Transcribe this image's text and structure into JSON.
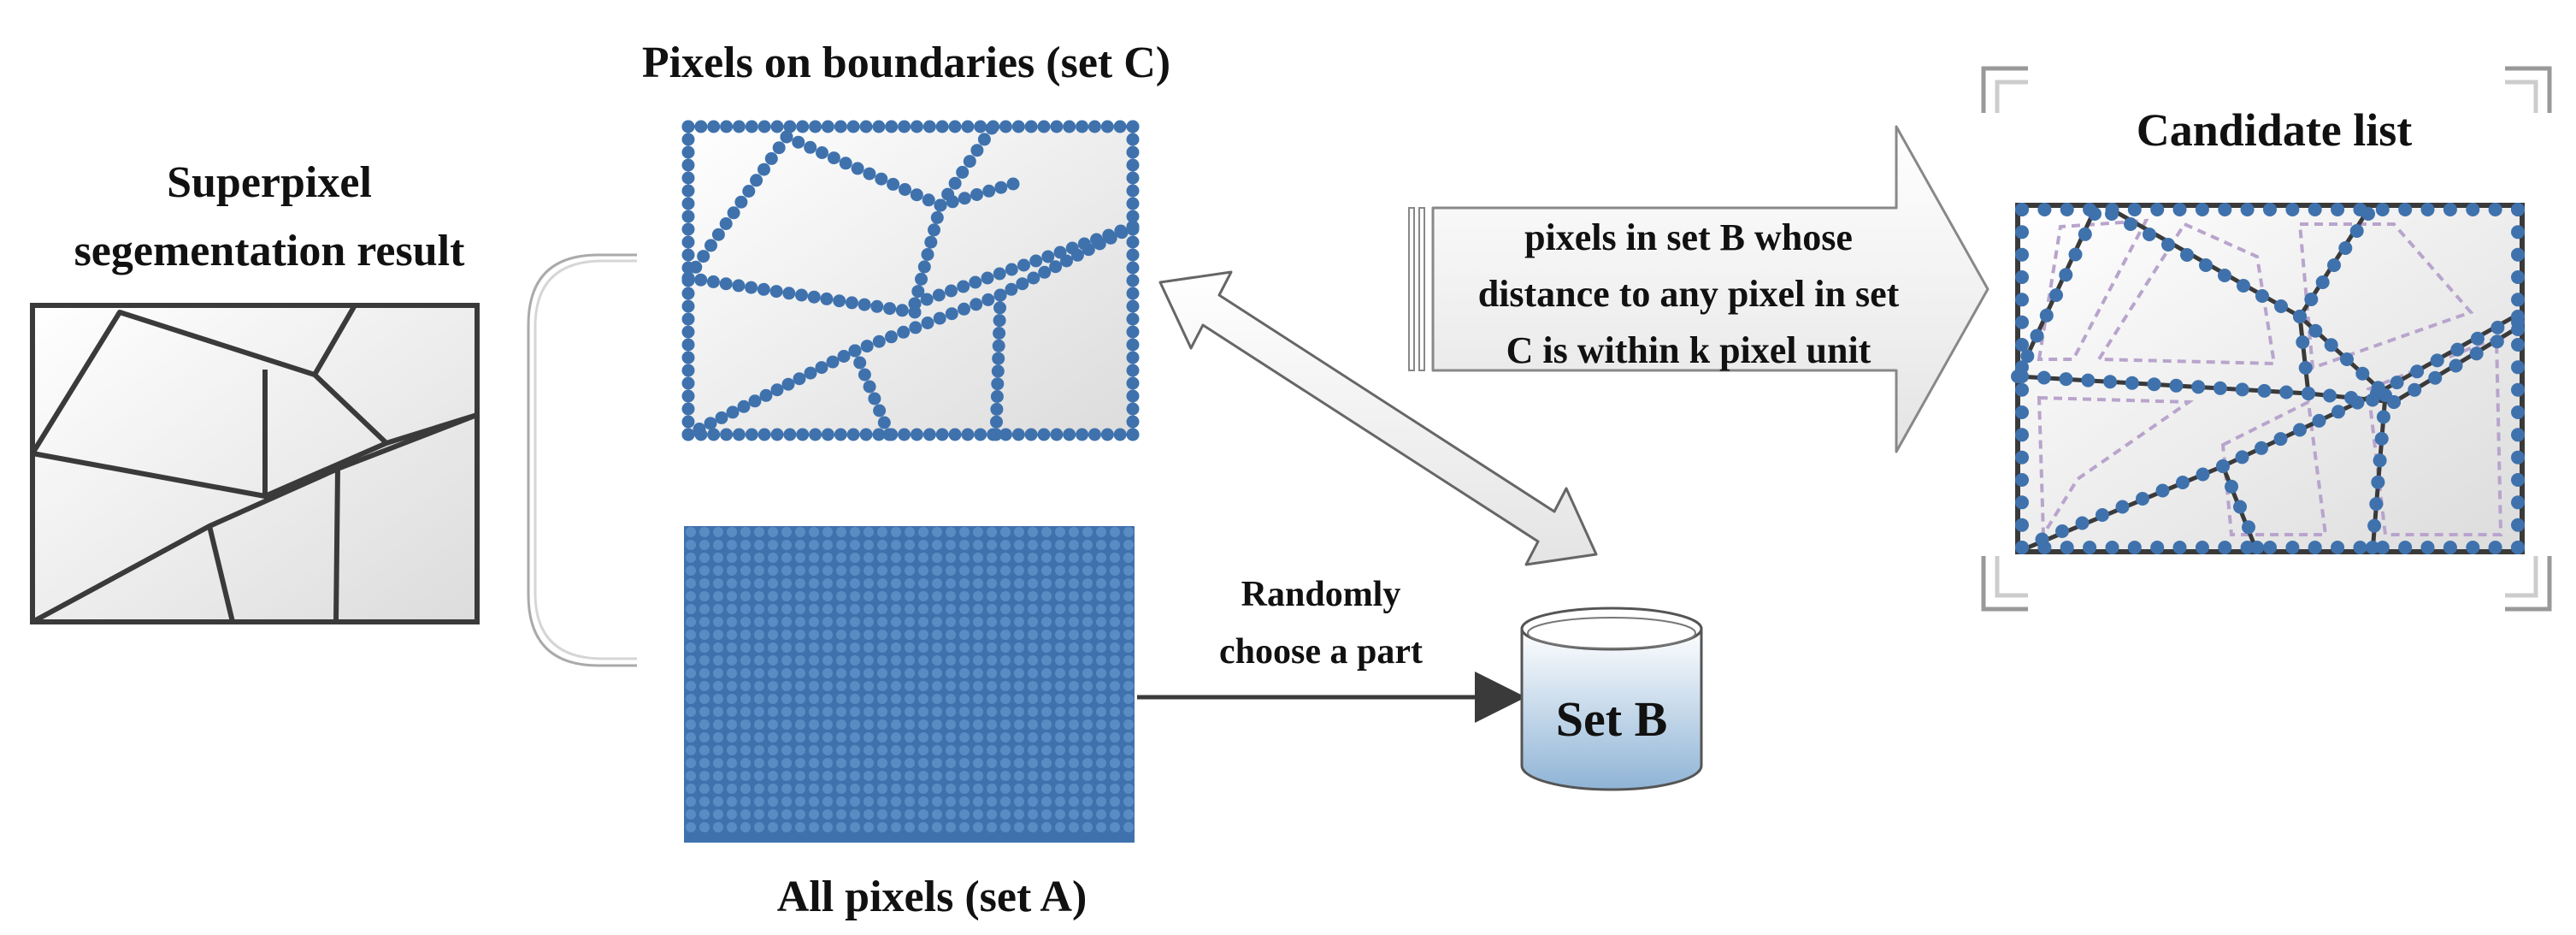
{
  "labels": {
    "superpixel_line1": "Superpixel",
    "superpixel_line2": "segementation result",
    "set_c_title": "Pixels on boundaries (set C)",
    "set_a_title": "All pixels (set A)",
    "random_line1": "Randomly",
    "random_line2": "choose a part",
    "set_b": "Set B",
    "arrow_line1": "pixels in set B whose",
    "arrow_line2": "distance to any pixel in set",
    "arrow_line3": "C is within k pixel unit",
    "candidate_title": "Candidate list"
  },
  "colors": {
    "dot": "#3f72ad",
    "line": "#3a3a3a",
    "dashed": "#b8a4cc",
    "db_fill_top": "#ffffff",
    "db_fill_bottom": "#8fb4d6"
  }
}
